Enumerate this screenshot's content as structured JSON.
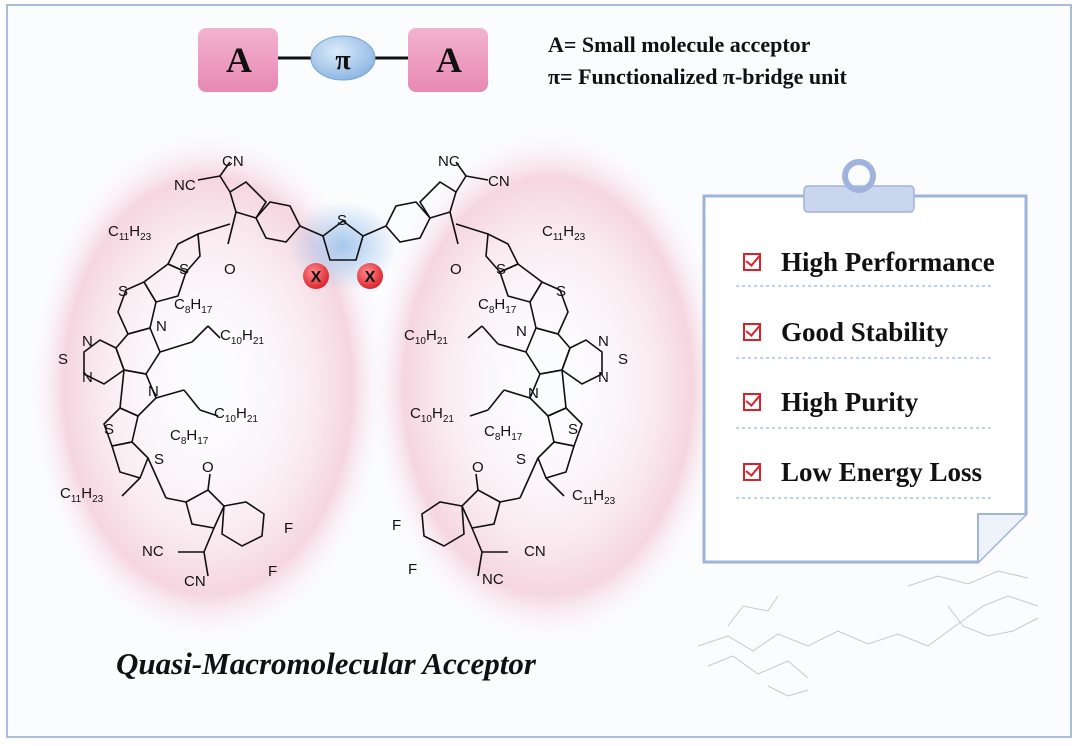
{
  "scheme": {
    "blocks": [
      {
        "label": "A"
      },
      {
        "label": "π"
      },
      {
        "label": "A"
      }
    ]
  },
  "legend": [
    {
      "text": "A= Small molecule acceptor"
    },
    {
      "text": "π=  Functionalized π-bridge unit"
    }
  ],
  "checklist": {
    "items": [
      {
        "label": "High Performance"
      },
      {
        "label": "Good Stability"
      },
      {
        "label": "High Purity"
      },
      {
        "label": "Low Energy Loss"
      }
    ]
  },
  "molecule": {
    "cn": "NC",
    "nc": "CN",
    "c11": "C",
    "c11sub": "11",
    "h23": "H",
    "h23sub": "23",
    "c8": "C",
    "c8sub": "8",
    "h17": "H",
    "h17sub": "17",
    "c10": "C",
    "c10sub": "10",
    "h21": "H",
    "h21sub": "21",
    "s": "S",
    "n": "N",
    "o": "O",
    "f": "F",
    "x": "X"
  },
  "caption": "Quasi-Macromolecular Acceptor",
  "colors": {
    "acceptor_block": "#ef9ec2",
    "bridge": "#9dc3ec",
    "halo": "#f4c9d6",
    "x_ball": "#e8333a",
    "check": "#d8232a",
    "frame": "#a9bcd9",
    "clipboard": "#9fb4dc"
  }
}
